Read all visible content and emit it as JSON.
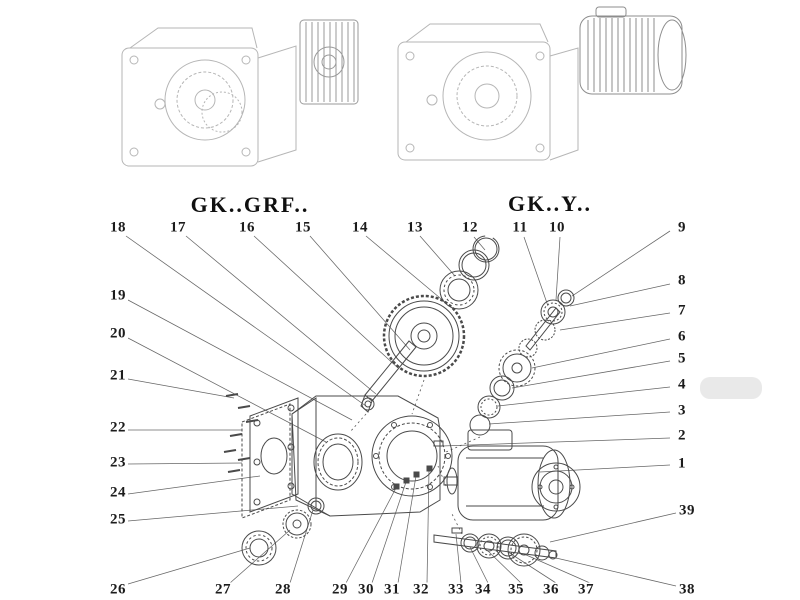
{
  "diagram": {
    "left_variant_label": "GK..GRF..",
    "right_variant_label": "GK..Y..",
    "colors": {
      "line": "#4a4a4a",
      "light_line": "#b3b3b3",
      "leader": "#666666"
    }
  },
  "callouts": [
    {
      "label": "1"
    },
    {
      "label": "2"
    },
    {
      "label": "3"
    },
    {
      "label": "4"
    },
    {
      "label": "5"
    },
    {
      "label": "6"
    },
    {
      "label": "7"
    },
    {
      "label": "8"
    },
    {
      "label": "9"
    },
    {
      "label": "10"
    },
    {
      "label": "11"
    },
    {
      "label": "12"
    },
    {
      "label": "13"
    },
    {
      "label": "14"
    },
    {
      "label": "15"
    },
    {
      "label": "16"
    },
    {
      "label": "17"
    },
    {
      "label": "18"
    },
    {
      "label": "19"
    },
    {
      "label": "20"
    },
    {
      "label": "21"
    },
    {
      "label": "22"
    },
    {
      "label": "23"
    },
    {
      "label": "24"
    },
    {
      "label": "25"
    },
    {
      "label": "26"
    },
    {
      "label": "27"
    },
    {
      "label": "28"
    },
    {
      "label": "29"
    },
    {
      "label": "30"
    },
    {
      "label": "31"
    },
    {
      "label": "32"
    },
    {
      "label": "33"
    },
    {
      "label": "34"
    },
    {
      "label": "35"
    },
    {
      "label": "36"
    },
    {
      "label": "37"
    },
    {
      "label": "38"
    },
    {
      "label": "39"
    }
  ]
}
